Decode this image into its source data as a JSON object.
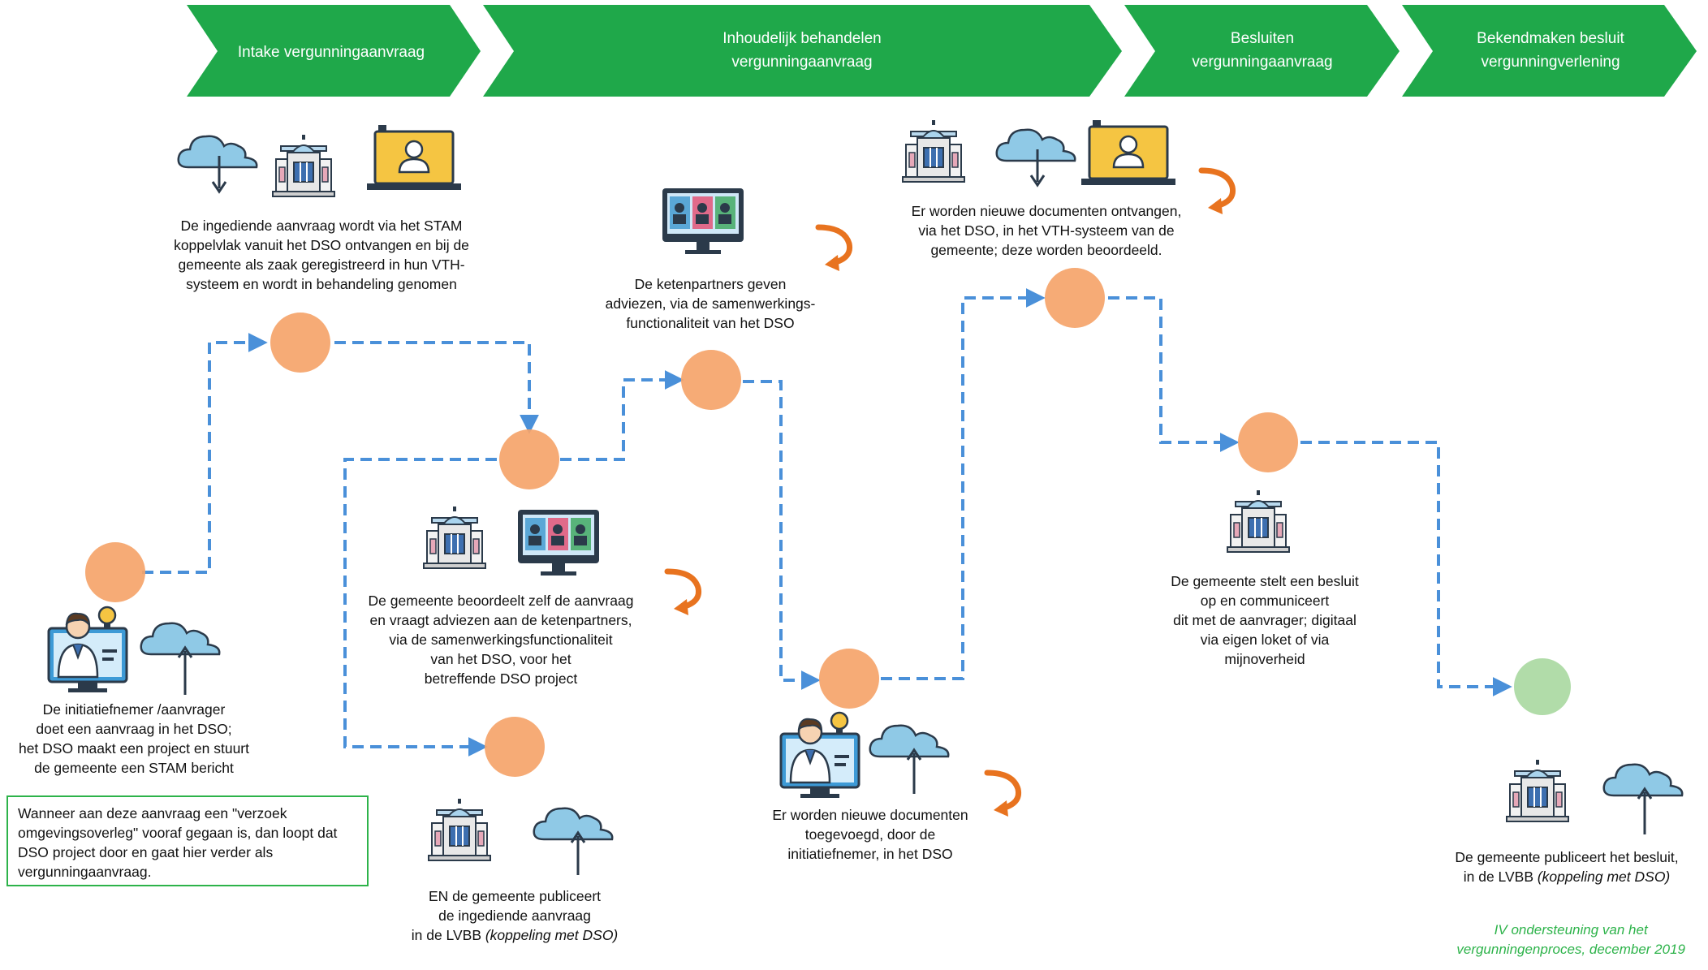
{
  "phases": [
    {
      "lines": [
        "Intake  vergunningaanvraag"
      ]
    },
    {
      "lines": [
        "Inhoudelijk behandelen",
        "vergunningaanvraag"
      ]
    },
    {
      "lines": [
        "Besluiten",
        "vergunningaanvraag"
      ]
    },
    {
      "lines": [
        "Bekendmaken besluit",
        "vergunningverlening"
      ]
    }
  ],
  "captions": {
    "initiatiefnemer": [
      "De initiatiefnemer  /aanvrager",
      "doet een aanvraag  in het DSO;",
      "het DSO maakt een project en stuurt",
      "de gemeente een STAM bericht"
    ],
    "stam_intake": [
      "De ingediende  aanvraag wordt via het STAM",
      "koppelvlak  vanuit het DSO ontvangen en bij de",
      "gemeente als zaak geregistreerd in hun VTH-",
      "systeem en  wordt in behandeling  genomen"
    ],
    "gemeente_beoordeelt": [
      "De gemeente  beoordeelt zelf de aanvraag",
      "en vraagt adviezen aan de ketenpartners,",
      "via de samenwerkingsfunctionaliteit",
      "van het DSO, voor het",
      "betreffende  DSO project"
    ],
    "publiceert_aanvraag_1": [
      "EN de gemeente  publiceert",
      "de ingediende  aanvraag"
    ],
    "publiceert_aanvraag_2": "in de  LVBB ",
    "publiceert_aanvraag_3": "(koppeling  met DSO)",
    "ketenpartners": [
      "De ketenpartners  geven",
      "adviezen,  via de samenwerkings-",
      "functionaliteit    van het DSO"
    ],
    "nieuwe_docs_toegevoegd": [
      "Er worden nieuwe documenten",
      "toegevoegd, door de",
      "initiatiefnemer,   in het DSO"
    ],
    "nieuwe_docs_ontvangen": [
      "Er worden nieuwe  documenten  ontvangen,",
      "via het DSO,  in het VTH-systeem van de",
      "gemeente; deze worden beoordeeld."
    ],
    "besluit": [
      "De gemeente  stelt een besluit",
      "op en communiceert",
      "dit  met de aanvrager; digitaal",
      "via eigen loket of via",
      "mijnoverheid"
    ],
    "publiceert_besluit_1": "De gemeente  publiceert  het besluit,",
    "publiceert_besluit_2": "in de  LVBB ",
    "publiceert_besluit_3": "(koppeling  met DSO)"
  },
  "note_lines": [
    "Wanneer aan deze aanvraag een \"verzoek",
    "omgevingsoverleg\" vooraf gegaan is, dan loopt dat",
    "DSO project door en gaat hier verder als",
    "vergunningaanvraag."
  ],
  "footer_lines": [
    "IV ondersteuning  van het",
    "vergunningenproces, december 2019"
  ],
  "icons": [
    "cloud-upload-icon",
    "cloud-download-icon",
    "government-building-icon",
    "laptop-user-icon",
    "video-conference-monitor-icon",
    "citizen-idea-icon",
    "loop-arrow-icon"
  ],
  "colors": {
    "phase": "#1fa84a",
    "node": "#f5a46a",
    "node_end": "#a8d8a0",
    "flow": "#4a90d9",
    "loop": "#e8731f",
    "note_border": "#2db34a",
    "footer": "#2db34a"
  }
}
